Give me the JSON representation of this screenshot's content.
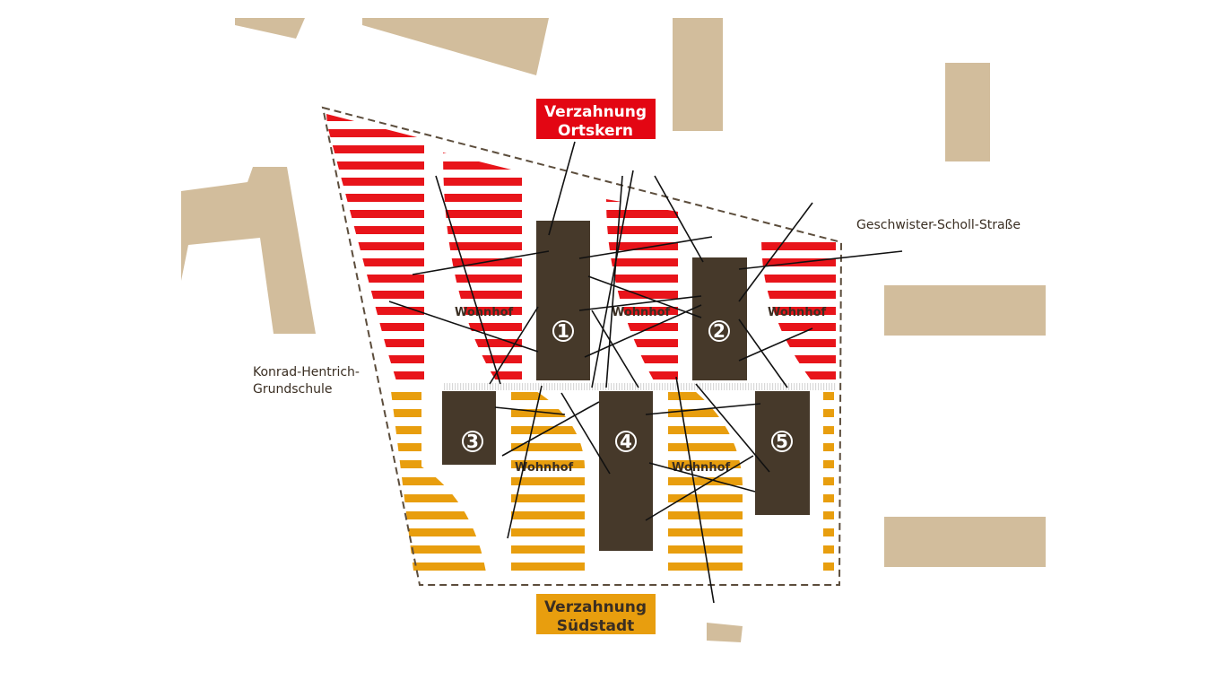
{
  "colors": {
    "background": "#ffffff",
    "existing_building": "#d2bd9c",
    "new_building": "#46392a",
    "north_stripe": "#e8141a",
    "south_stripe": "#e89e0e",
    "label_north_bg": "#e30613",
    "label_south_bg": "#e89e0e",
    "line": "#111111",
    "outline": "#5c4d3c"
  },
  "labels": {
    "north_connection": {
      "line1": "Verzahnung",
      "line2": "Ortskern"
    },
    "south_connection": {
      "line1": "Verzahnung",
      "line2": "Südstadt"
    },
    "street": "Geschwister-Scholl-Straße",
    "school": {
      "line1": "Konrad-Hentrich-",
      "line2": "Grundschule"
    }
  },
  "courtyards": [
    "Wohnhof",
    "Wohnhof",
    "Wohnhof",
    "Wohnhof",
    "Wohnhof"
  ],
  "buildings": [
    {
      "number": "1"
    },
    {
      "number": "2"
    },
    {
      "number": "3"
    },
    {
      "number": "4"
    },
    {
      "number": "5"
    }
  ]
}
